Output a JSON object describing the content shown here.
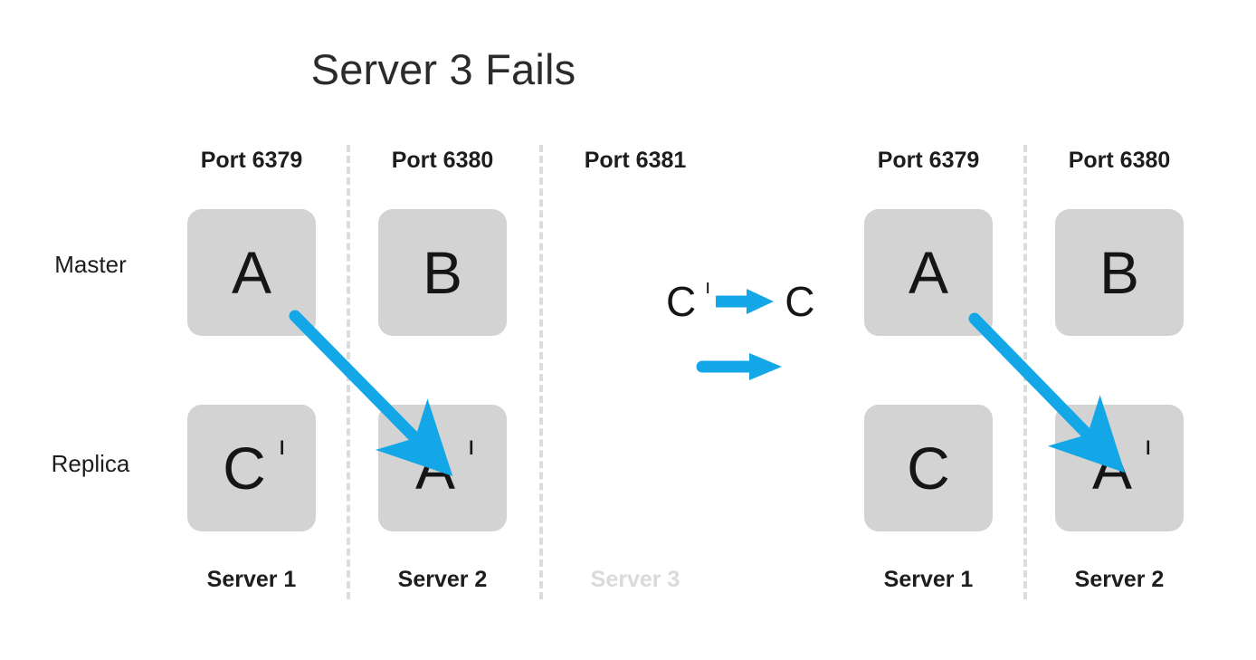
{
  "title": "Server 3 Fails",
  "row_labels": {
    "master": "Master",
    "replica": "Replica"
  },
  "colors": {
    "node_fill": "#d3d3d3",
    "arrow": "#14a7e8",
    "divider": "#dcdcdc",
    "text": "#1d1d1d",
    "faded_text": "#dadada"
  },
  "before": {
    "columns": [
      {
        "port": "Port 6379",
        "server": "Server 1",
        "server_failed": false,
        "master": {
          "letter": "A",
          "prime": ""
        },
        "replica": {
          "letter": "C",
          "prime": "ı"
        }
      },
      {
        "port": "Port 6380",
        "server": "Server 2",
        "server_failed": false,
        "master": {
          "letter": "B",
          "prime": ""
        },
        "replica": {
          "letter": "A",
          "prime": "ı"
        }
      },
      {
        "port": "Port 6381",
        "server": "Server 3",
        "server_failed": true,
        "master": null,
        "replica": null
      }
    ]
  },
  "transition": {
    "from_letter": "C",
    "from_prime": "ı",
    "arrow_icon": "right-arrow-icon",
    "to_letter": "C",
    "second_arrow_icon": "right-arrow-icon"
  },
  "after": {
    "columns": [
      {
        "port": "Port 6379",
        "server": "Server 1",
        "server_failed": false,
        "master": {
          "letter": "A",
          "prime": ""
        },
        "replica": {
          "letter": "C",
          "prime": ""
        }
      },
      {
        "port": "Port 6380",
        "server": "Server 2",
        "server_failed": false,
        "master": {
          "letter": "B",
          "prime": ""
        },
        "replica": {
          "letter": "A",
          "prime": "ı"
        }
      }
    ]
  },
  "replication_arrows": [
    {
      "name": "replication-arrow-left",
      "from": "Server 1 Master A",
      "to": "Server 2 Replica A'"
    },
    {
      "name": "replication-arrow-right",
      "from": "Server 1 Master A",
      "to": "Server 2 Replica A'"
    }
  ]
}
